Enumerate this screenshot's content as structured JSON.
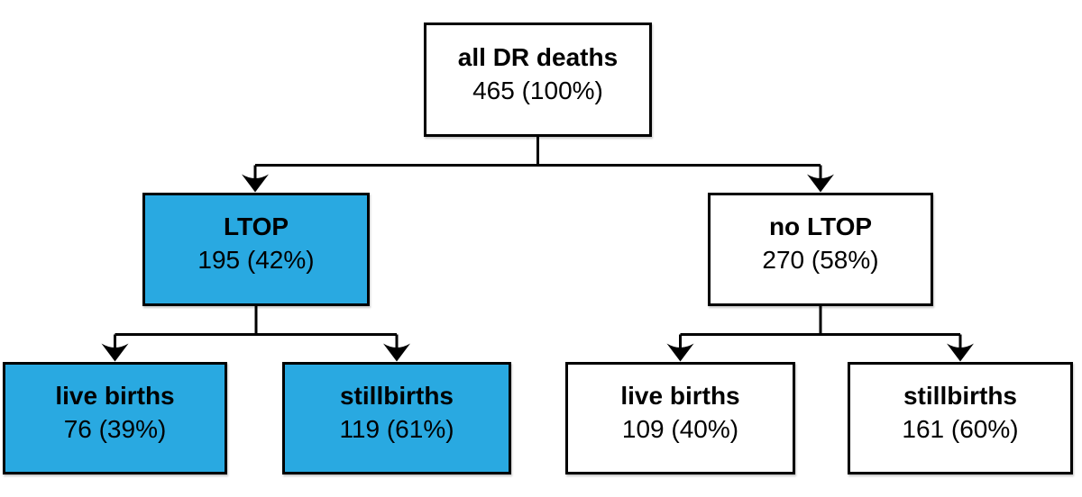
{
  "diagram": {
    "type": "flowchart-tree",
    "accent_color": "#29A9E1",
    "line_color": "#000000",
    "nodes": {
      "root": {
        "label": "all DR deaths",
        "value": "465 (100%)",
        "filled": false
      },
      "ltop": {
        "label": "LTOP",
        "value": "195 (42%)",
        "filled": true
      },
      "no_ltop": {
        "label": "no LTOP",
        "value": "270 (58%)",
        "filled": false
      },
      "ltop_live": {
        "label": "live births",
        "value": "76 (39%)",
        "filled": true
      },
      "ltop_still": {
        "label": "stillbirths",
        "value": "119 (61%)",
        "filled": true
      },
      "no_ltop_live": {
        "label": "live births",
        "value": "109 (40%)",
        "filled": false
      },
      "no_ltop_still": {
        "label": "stillbirths",
        "value": "161 (60%)",
        "filled": false
      }
    },
    "edges": [
      {
        "from": "root",
        "to": "ltop"
      },
      {
        "from": "root",
        "to": "no_ltop"
      },
      {
        "from": "ltop",
        "to": "ltop_live"
      },
      {
        "from": "ltop",
        "to": "ltop_still"
      },
      {
        "from": "no_ltop",
        "to": "no_ltop_live"
      },
      {
        "from": "no_ltop",
        "to": "no_ltop_still"
      }
    ]
  }
}
